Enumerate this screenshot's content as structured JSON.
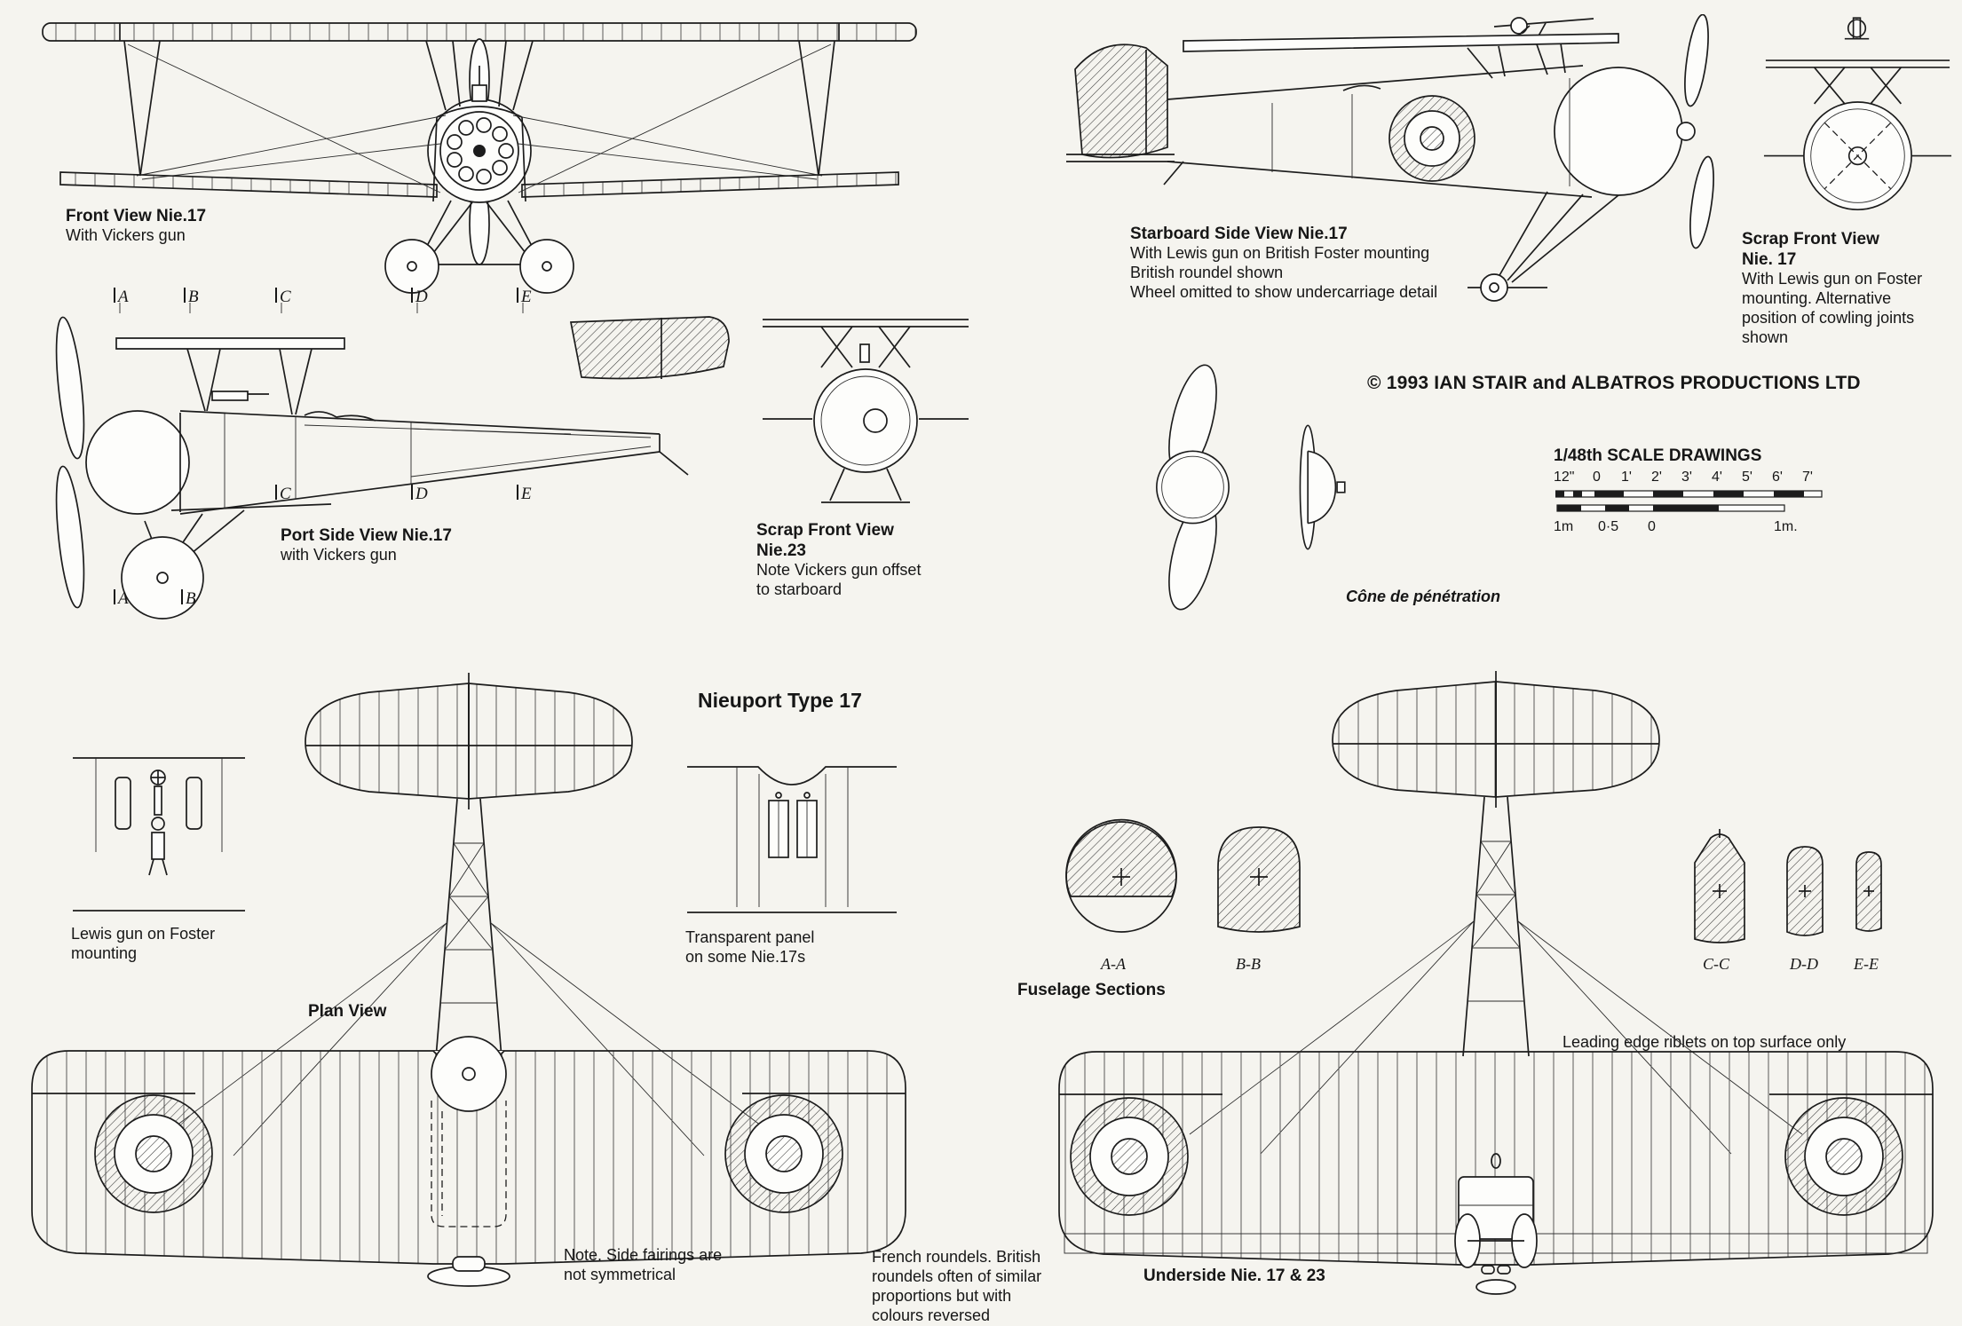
{
  "page": {
    "main_title": "Nieuport Type 17",
    "copyright": "© 1993 IAN STAIR and ALBATROS PRODUCTIONS LTD",
    "scale": {
      "heading": "1/48th SCALE DRAWINGS",
      "imperial_ticks": [
        "12\"",
        "0",
        "1'",
        "2'",
        "3'",
        "4'",
        "5'",
        "6'",
        "7'"
      ],
      "metric_ticks": [
        "1m",
        "0·5",
        "0",
        "1m."
      ]
    },
    "cone_caption": "Cône de pénétration"
  },
  "captions": {
    "front_view_title": "Front View Nie.17",
    "front_view_sub": "With Vickers gun",
    "port_side_title": "Port Side View Nie.17",
    "port_side_sub": "with Vickers gun",
    "scrap_front_23_title": "Scrap Front View\nNie.23",
    "scrap_front_23_note": "Note Vickers gun offset\nto starboard",
    "starboard_title": "Starboard Side View Nie.17",
    "starboard_note": "With Lewis gun on British Foster mounting\nBritish roundel shown\nWheel omitted to show undercarriage detail",
    "scrap_front_17_title": "Scrap Front View\nNie. 17",
    "scrap_front_17_note": "With Lewis gun on Foster\nmounting. Alternative\nposition of cowling joints\nshown",
    "lewis_gun": "Lewis gun on Foster\nmounting",
    "plan_view": "Plan View",
    "transparent_panel": "Transparent panel\non some Nie.17s",
    "side_fairings": "Note. Side fairings are\nnot symmetrical",
    "french_roundels": "French roundels. British\nroundels often of similar\nproportions but with\ncolours reversed",
    "fuselage_sections": "Fuselage Sections",
    "riblets": "Leading edge riblets on top surface only",
    "underside": "Underside Nie. 17 & 23"
  },
  "section_labels": {
    "top": [
      "A",
      "B",
      "C",
      "D",
      "E"
    ],
    "mid": [
      "C",
      "D",
      "E"
    ],
    "bottom": [
      "A",
      "B"
    ],
    "sections": [
      "A-A",
      "B-B",
      "C-C",
      "D-D",
      "E-E"
    ]
  },
  "colors": {
    "paper": "#f5f4ef",
    "ink": "#1c1c1c"
  }
}
